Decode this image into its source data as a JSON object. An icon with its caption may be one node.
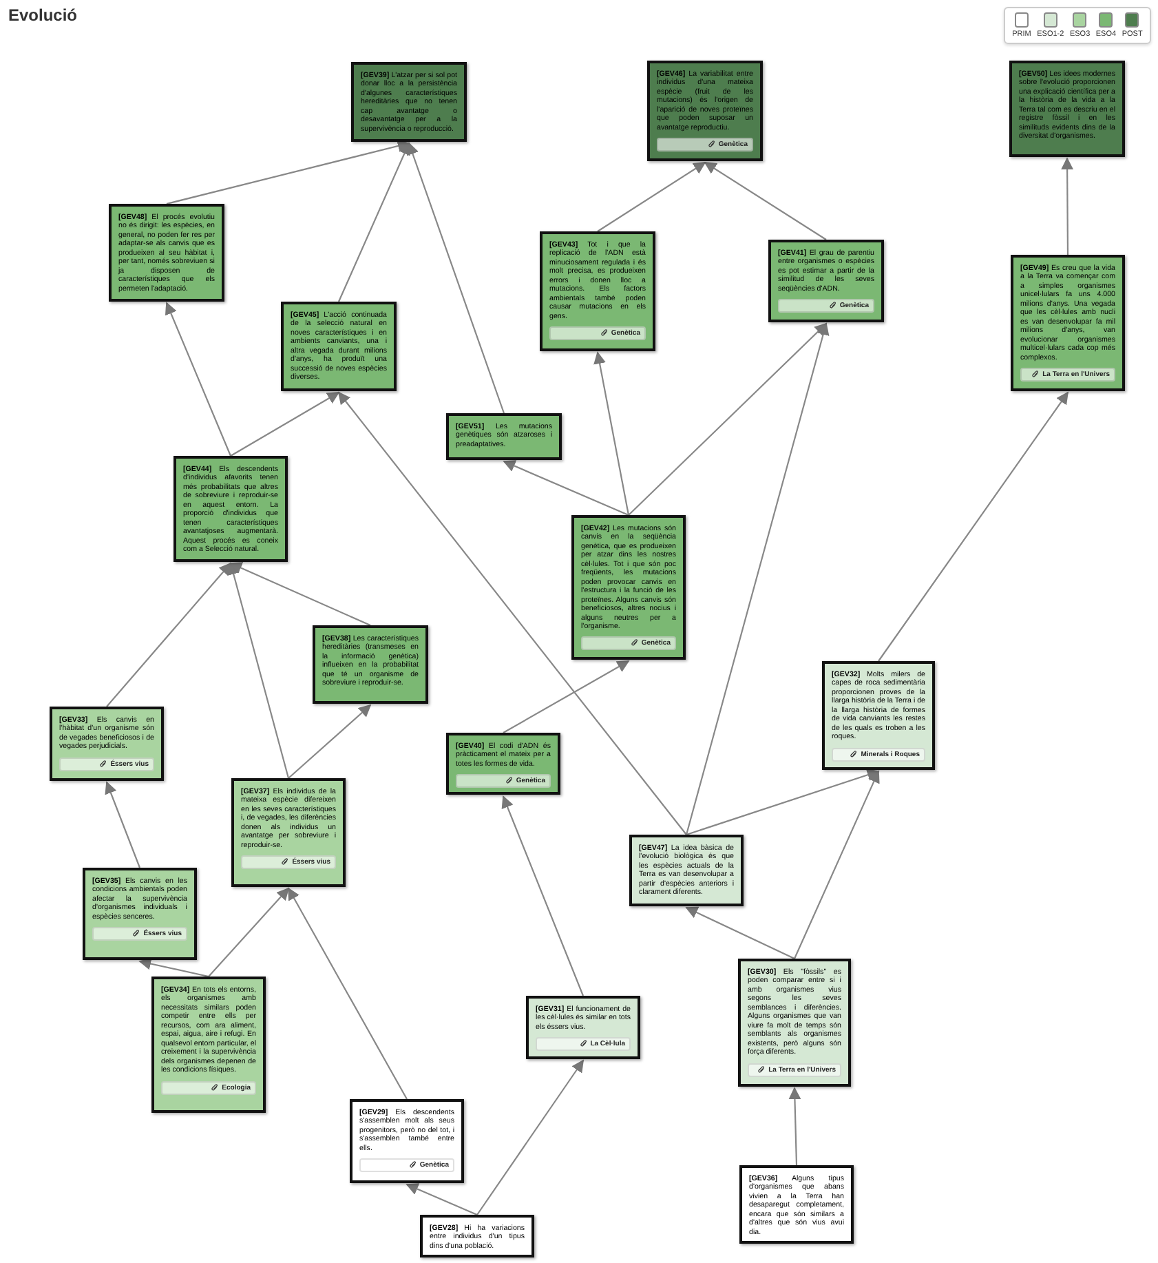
{
  "diagram": {
    "title": "Evolució",
    "nodes": [
      {
        "text": [
          "**[GEV39]** L'atzar per si sol pot donar lloc a la persistència d'algunes característiques hereditàries que no tenen cap avantatge o desavantatge per a la supervivència o reproducció."
        ]
      },
      {
        "text": [
          "**[GEV46]** La variabilitat entre individus d'una mateixa espècie (fruit de les mutacions) és l'origen de l'aparició de noves proteïnes que poden suposar un avantatge reproductiu.",
          "Genètica"
        ]
      },
      {
        "text": [
          "**[GEV50]** Les idees modernes sobre l'evolució proporcionen una explicació científica per a la història de la vida a la Terra tal com es descriu en el registre fòssil i en les similituds evidents dins de la diversitat d'organismes."
        ]
      },
      {
        "text": [
          "**[GEV48]** El procés evolutiu no és dirigit: les espècies, en general, no poden fer res per adaptar-se als canvis que es produeixen al seu hàbitat i, per tant, només sobreviuen si ja disposen de característiques que els permeten l'adaptació."
        ]
      },
      {
        "text": [
          "**[GEV45]** L'acció continuada de la selecció natural en noves característiques i en ambients canviants, una i altra vegada durant milions d'anys, ha produït una successió de noves espècies diverses."
        ]
      },
      {
        "text": [
          "**[GEV43]** Tot i que la replicació de l'ADN està minuciosament regulada i és molt precisa, es produeixen errors i donen lloc a mutacions. Els factors ambientals també poden causar mutacions en els gens.",
          "Genètica"
        ]
      },
      {
        "text": [
          "**[GEV41]** El grau de parentiu entre organismes o espècies es pot estimar a partir de la similitud de les seves seqüències d'ADN.",
          "Genètica"
        ]
      },
      {
        "text": [
          "**[GEV49]** Es creu que la vida a la Terra va començar com a simples organismes unicel·lulars fa uns 4.000 milions d'anys. Una vegada que les cèl·lules amb nucli es van desenvolupar fa mil milions d'anys, van evolucionar organismes multicel·lulars cada cop més complexos.",
          "La Terra en l'Univers"
        ]
      },
      {
        "text": [
          "**[GEV51]** Les mutacions genètiques són atzaroses i preadaptatives."
        ]
      },
      {
        "text": [
          "**[GEV44]** Els descendents d'individus afavorits tenen més probabilitats que altres de sobreviure i reproduir-se en aquest entorn. La proporció d'individus que tenen característiques avantatjoses augmentarà. Aquest procés es coneix com a Selecció natural."
        ]
      },
      {
        "text": [
          "**[GEV42]** Les mutacions són canvis en la seqüència genètica, que es produeixen per atzar dins les nostres cèl·lules. Tot i que són poc freqüents, les mutacions poden provocar canvis en l'estructura i la funció de les proteïnes. Alguns canvis són beneficiosos, altres nocius i alguns neutres per a l'organisme.",
          "Genètica"
        ]
      },
      {
        "text": [
          "**[GEV38]** Les característiques hereditàries (transmeses en la informació genètica) influeixen en la probabilitat que té un organisme de sobreviure i reproduir-se."
        ]
      },
      {
        "text": [
          "**[GEV32]** Molts milers de capes de roca sedimentària proporcionen proves de la llarga història de la Terra i de la llarga història de formes de vida canviants les restes de les quals es troben a les roques.",
          "Minerals i Roques"
        ]
      },
      {
        "text": [
          "**[GEV33]** Els canvis en l'hàbitat d'un organisme són de vegades beneficiosos i de vegades perjudicials.",
          "Éssers vius"
        ]
      },
      {
        "text": [
          "**[GEV40]** El codi d'ADN és pràcticament el mateix per a totes les formes de vida.",
          "Genètica"
        ]
      },
      {
        "text": [
          "**[GEV37]** Els individus de la mateixa espècie difereixen en les seves característiques i, de vegades, les diferències donen als individus un avantatge per sobreviure i reproduir-se.",
          "Éssers vius"
        ]
      },
      {
        "text": [
          "**[GEV47]** La idea bàsica de l'evolució biològica és que les espècies actuals de la Terra es van desenvolupar a partir d'espècies anteriors i clarament diferents."
        ]
      },
      {
        "text": [
          "**[GEV35]** Els canvis en les condicions ambientals poden afectar la supervivència d'organismes individuals i espècies senceres.",
          "Éssers vius"
        ]
      },
      {
        "text": [
          "**[GEV34]** En tots els entorns, els organismes amb necessitats similars poden competir entre ells per recursos, com ara aliment, espai, aigua, aire i refugi. En qualsevol entorn particular, el creixement i la supervivència dels organismes depenen de les condicions físiques.",
          "Ecologia"
        ]
      },
      {
        "text": [
          "**[GEV31]** El funcionament de les cèl·lules és similar en tots els éssers vius.",
          "La Cèl·lula"
        ]
      },
      {
        "text": [
          "**[GEV30]** Els \"fòssils\" es poden comparar entre si i amb organismes vius segons les seves semblances i diferències. Alguns organismes que van viure fa molt de temps són semblants als organismes existents, però alguns són força diferents.",
          "La Terra en l'Univers"
        ]
      },
      {
        "text": [
          "**[GEV29]** Els descendents s'assemblen molt als seus progenitors, però no del tot, i s'assemblen també entre ells.",
          "Genètica"
        ]
      },
      {
        "text": [
          "**[GEV28]** Hi ha variacions entre individus d'un tipus dins d'una població."
        ]
      },
      {
        "text": [
          "**[GEV36]** Alguns tipus d'organismes que abans vivien a la Terra han desaparegut completament, encara que són similars a d'altres que són vius avui dia."
        ]
      }
    ],
    "edges": [
      {
        "from": 3,
        "to": 0,
        "arrow": "to"
      },
      {
        "from": 4,
        "to": 0,
        "arrow": "to"
      },
      {
        "from": 8,
        "to": 0,
        "arrow": "to"
      },
      {
        "from": 5,
        "to": 1,
        "arrow": "to"
      },
      {
        "from": 6,
        "to": 1,
        "arrow": "to"
      },
      {
        "from": 7,
        "to": 2,
        "arrow": "to"
      },
      {
        "from": 9,
        "to": 3,
        "arrow": "to"
      },
      {
        "from": 9,
        "to": 4,
        "arrow": "to"
      },
      {
        "from": 16,
        "to": 4,
        "arrow": "to"
      },
      {
        "from": 10,
        "to": 8,
        "arrow": "to"
      },
      {
        "from": 10,
        "to": 5,
        "arrow": "to"
      },
      {
        "from": 10,
        "to": 6,
        "arrow": "to"
      },
      {
        "from": 16,
        "to": 6,
        "arrow": "to"
      },
      {
        "from": 12,
        "to": 7,
        "arrow": "to"
      },
      {
        "from": 13,
        "to": 9,
        "arrow": "to"
      },
      {
        "from": 15,
        "to": 9,
        "arrow": "to"
      },
      {
        "from": 11,
        "to": 9,
        "arrow": "to"
      },
      {
        "from": 15,
        "to": 11,
        "arrow": "to"
      },
      {
        "from": 14,
        "to": 10,
        "arrow": "to"
      },
      {
        "from": 16,
        "to": 12,
        "arrow": "to"
      },
      {
        "from": 20,
        "to": 12,
        "arrow": "to"
      },
      {
        "from": 17,
        "to": 13,
        "arrow": "to"
      },
      {
        "from": 18,
        "to": 17,
        "arrow": "to"
      },
      {
        "from": 18,
        "to": 15,
        "arrow": "to"
      },
      {
        "from": 21,
        "to": 15,
        "arrow": "to"
      },
      {
        "from": 19,
        "to": 14,
        "arrow": "to"
      },
      {
        "from": 20,
        "to": 16,
        "arrow": "to"
      },
      {
        "from": 22,
        "to": 21,
        "arrow": "to"
      },
      {
        "from": 22,
        "to": 19,
        "arrow": "to"
      },
      {
        "from": 23,
        "to": 20,
        "arrow": "to"
      }
    ],
    "legend": [
      {
        "text": "PRIM",
        "color": "#ffffff"
      },
      {
        "text": "ESO1-2",
        "color": "#d5e8d4"
      },
      {
        "text": "ESO3",
        "color": "#a9d4a0"
      },
      {
        "text": "ESO4",
        "color": "#7bb873"
      },
      {
        "text": "POST",
        "color": "#4e7d4e"
      }
    ]
  }
}
